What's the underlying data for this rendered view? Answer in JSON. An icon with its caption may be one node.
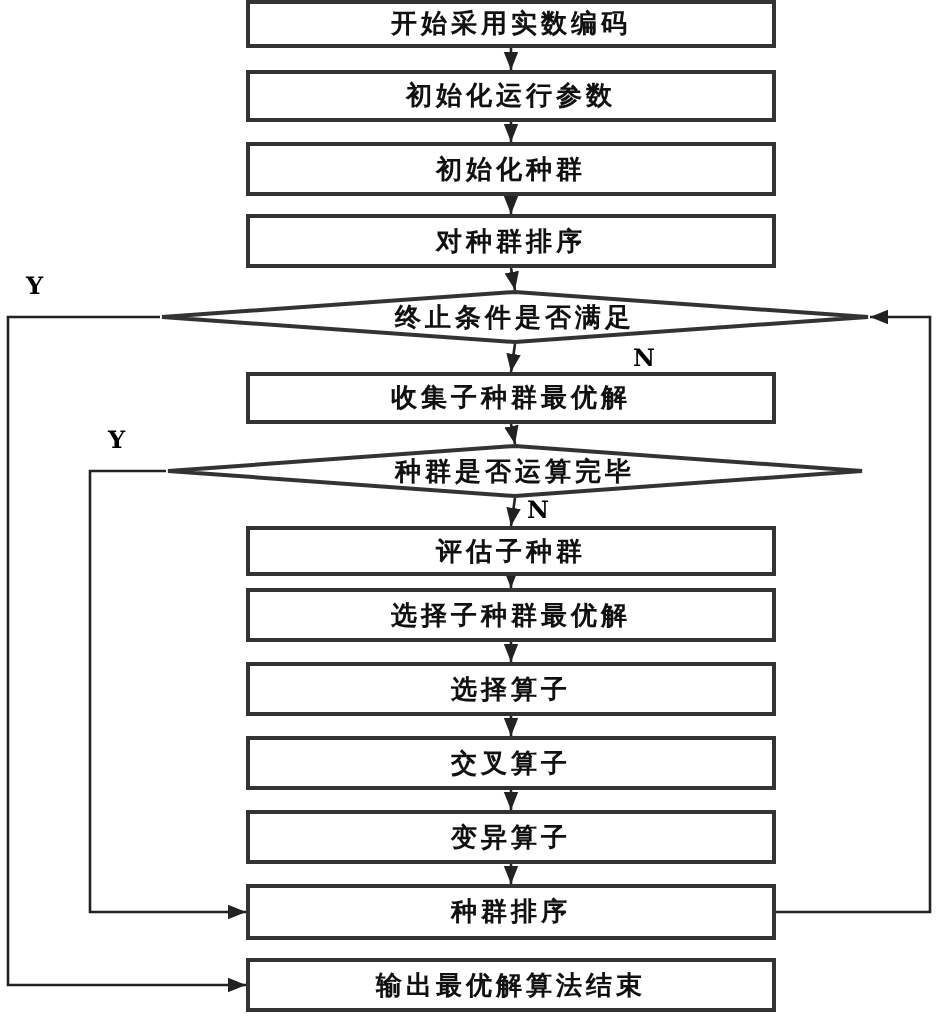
{
  "diagram": {
    "nodes": [
      {
        "text": [
          "开始采用实数编码"
        ]
      },
      {
        "text": [
          "初始化运行参数"
        ]
      },
      {
        "text": [
          "初始化种群"
        ]
      },
      {
        "text": [
          "对种群排序"
        ]
      },
      {
        "text": [
          "终止条件是否满足"
        ]
      },
      {
        "text": [
          "收集子种群最优解"
        ]
      },
      {
        "text": [
          "种群是否运算完毕"
        ]
      },
      {
        "text": [
          "评估子种群"
        ]
      },
      {
        "text": [
          "选择子种群最优解"
        ]
      },
      {
        "text": [
          "选择算子"
        ]
      },
      {
        "text": [
          "交叉算子"
        ]
      },
      {
        "text": [
          "变异算子"
        ]
      },
      {
        "text": [
          "种群排序"
        ]
      },
      {
        "text": [
          "输出最优解算法结束"
        ]
      }
    ],
    "edges": [
      {
        "from": 0,
        "to": 1,
        "arrow": "to"
      },
      {
        "from": 1,
        "to": 2,
        "arrow": "to"
      },
      {
        "from": 2,
        "to": 3,
        "arrow": "to"
      },
      {
        "from": 3,
        "to": 4,
        "arrow": "to"
      },
      {
        "from": 4,
        "to": 5,
        "arrow": "to",
        "label": "N"
      },
      {
        "from": 5,
        "to": 6,
        "arrow": "to"
      },
      {
        "from": 6,
        "to": 7,
        "arrow": "to",
        "label": "N"
      },
      {
        "from": 7,
        "to": 8,
        "arrow": "to"
      },
      {
        "from": 8,
        "to": 9,
        "arrow": "to"
      },
      {
        "from": 9,
        "to": 10,
        "arrow": "to"
      },
      {
        "from": 10,
        "to": 11,
        "arrow": "to"
      },
      {
        "from": 11,
        "to": 12,
        "arrow": "to"
      },
      {
        "from": 6,
        "to": 12,
        "arrow": "to",
        "label": "Y"
      },
      {
        "from": 4,
        "to": 13,
        "arrow": "to",
        "label": "Y"
      },
      {
        "from": 12,
        "to": 4,
        "arrow": "to"
      }
    ]
  }
}
